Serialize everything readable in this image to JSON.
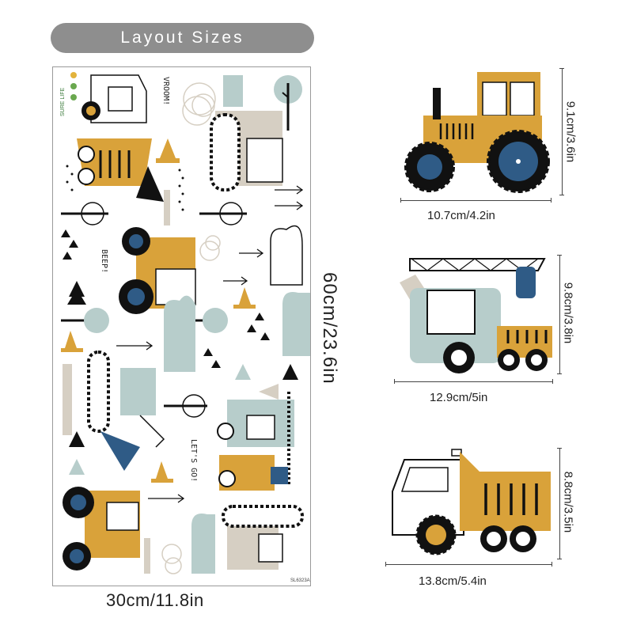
{
  "header": {
    "title": "Layout Sizes"
  },
  "sheet": {
    "height_label": "60cm/23.6in",
    "width_label": "30cm/11.8in",
    "brand": "SURE LIFE",
    "product_code": "SL6323A",
    "texts": {
      "vroom": "VROOM!",
      "beep": "BEEP!",
      "lets_go": "LET'S GO!"
    }
  },
  "items": [
    {
      "name": "tractor",
      "width_label": "10.7cm/4.2in",
      "height_label": "9.1cm/3.6in"
    },
    {
      "name": "crane-truck",
      "width_label": "12.9cm/5in",
      "height_label": "9.8cm/3.8in"
    },
    {
      "name": "dump-truck",
      "width_label": "13.8cm/5.4in",
      "height_label": "8.8cm/3.5in"
    }
  ],
  "colors": {
    "mustard": "#d9a23a",
    "navy": "#2f5b86",
    "sage": "#b7cdcb",
    "beige": "#d6cfc3",
    "pill": "#8e8e8e",
    "ink": "#111111"
  }
}
